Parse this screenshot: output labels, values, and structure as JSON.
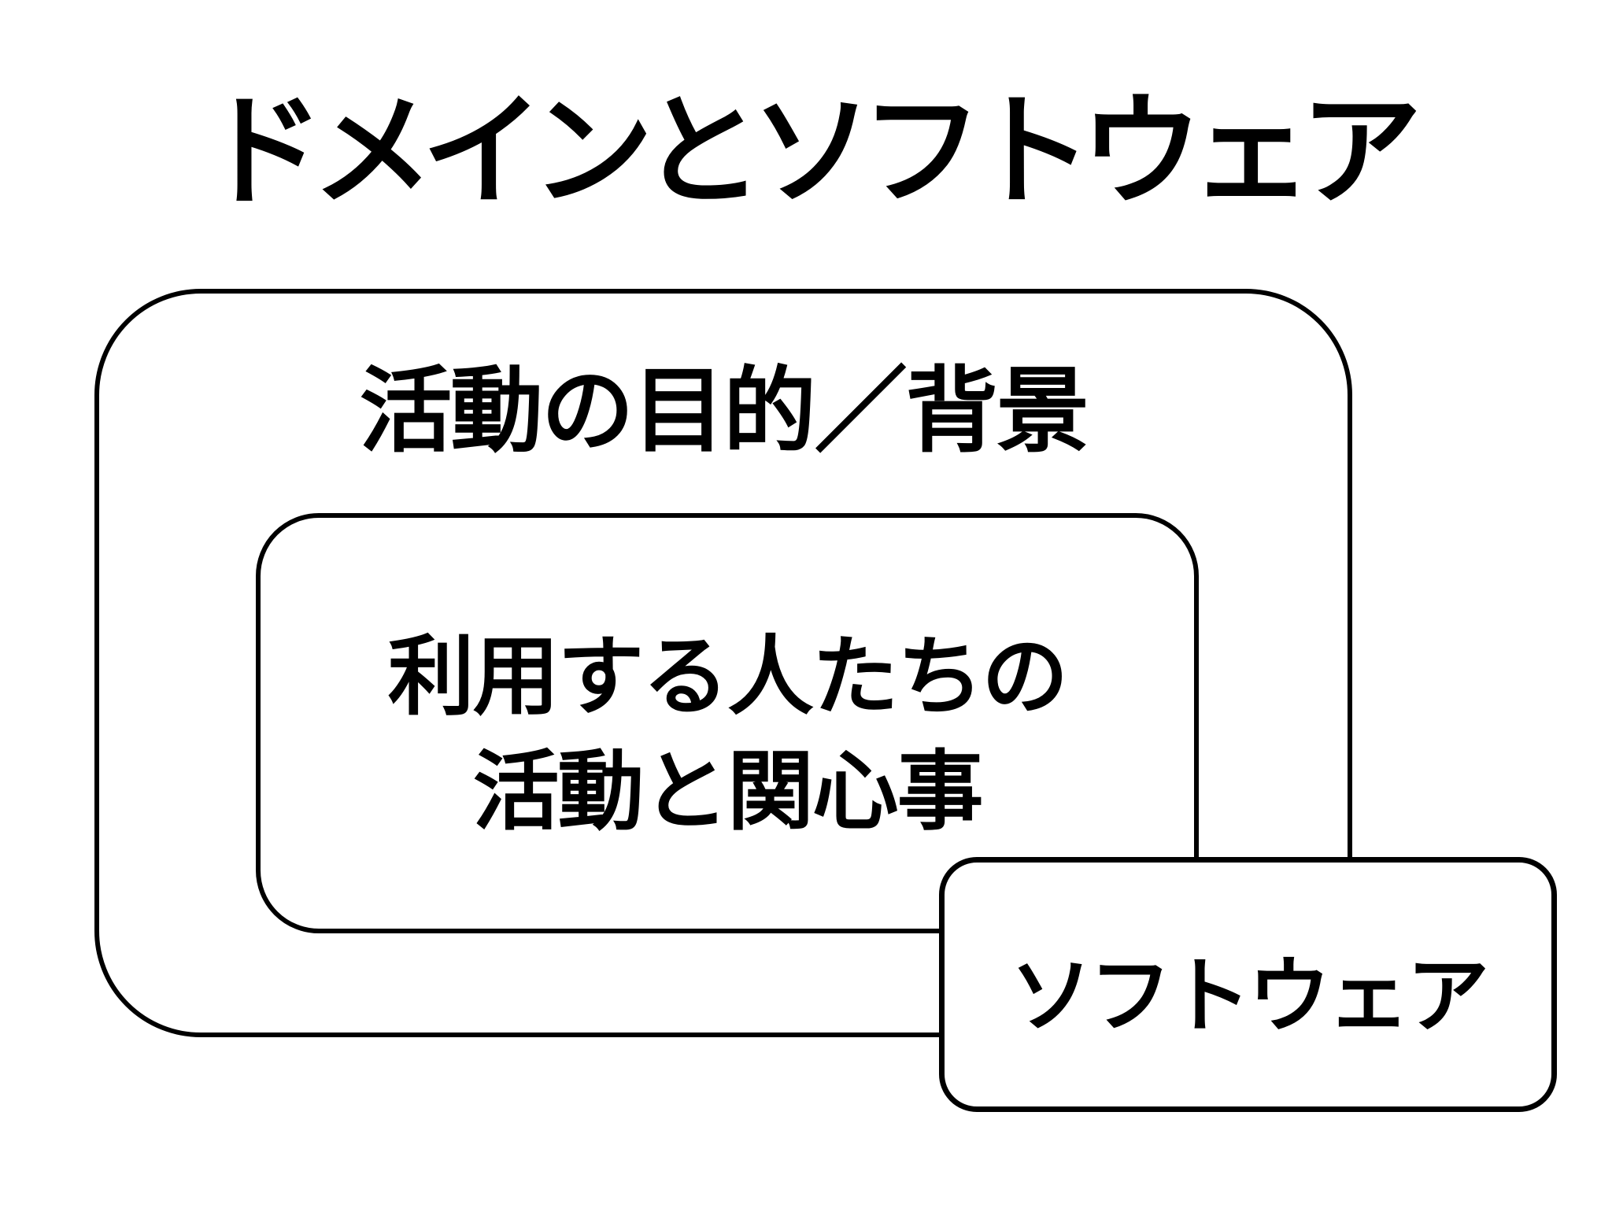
{
  "slide": {
    "title": "ドメインとソフトウェア",
    "domain_box": {
      "label": "活動の目的／背景"
    },
    "users_box": {
      "label_line1": "利用する人たちの",
      "label_line2": "活動と関心事"
    },
    "software_box": {
      "label": "ソフトウェア"
    }
  },
  "colors": {
    "ink": "#000000",
    "background": "#FFFFFF"
  }
}
